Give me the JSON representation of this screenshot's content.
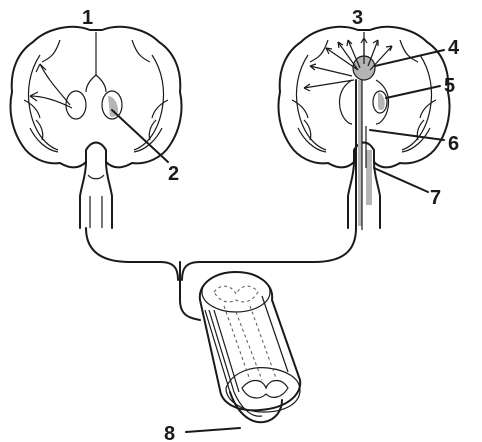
{
  "labels": {
    "l1": "1",
    "l2": "2",
    "l3": "3",
    "l4": "4",
    "l5": "5",
    "l6": "6",
    "l7": "7",
    "l8": "8"
  },
  "colors": {
    "ink": "#1a1a1a",
    "shade": "#b5b5b5",
    "background": "#ffffff"
  }
}
